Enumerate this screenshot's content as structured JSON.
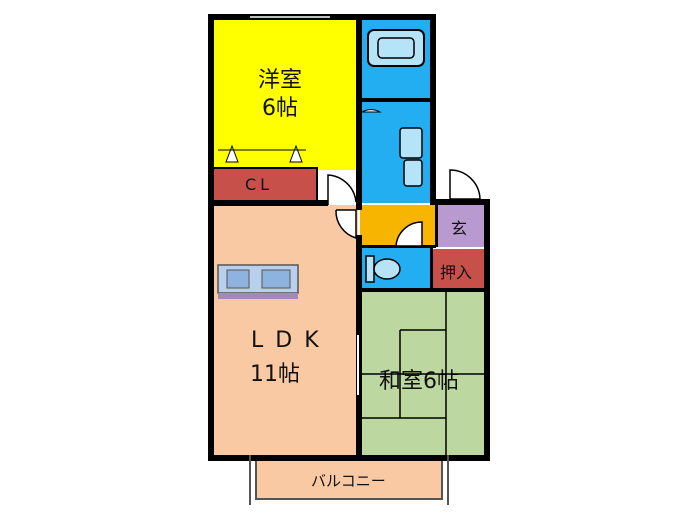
{
  "rooms": {
    "western": {
      "name": "洋室",
      "size": "6帖",
      "color": "#ffff00"
    },
    "closet": {
      "name": "CL",
      "color": "#c8504a"
    },
    "ldk": {
      "name": "LDK",
      "size": "11帖",
      "color": "#f9c9a4"
    },
    "japanese": {
      "name": "和室6帖",
      "color": "#bcd7a0"
    },
    "bath": {
      "color": "#22aef0"
    },
    "genkan": {
      "name": "玄",
      "color": "#b89ad1"
    },
    "oshiire": {
      "name": "押入",
      "color": "#c8504a"
    },
    "toilet": {
      "color": "#22aef0"
    },
    "hall": {
      "color": "#f7b500"
    },
    "balcony": {
      "name": "バルコニー",
      "color": "#f8c9a2"
    }
  }
}
